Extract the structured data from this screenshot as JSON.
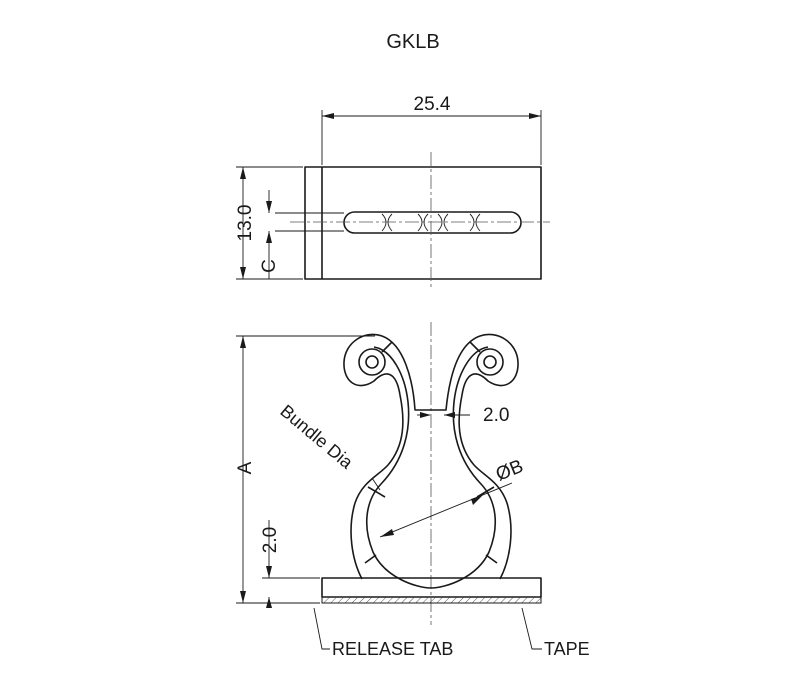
{
  "title": "GKLB",
  "dimensions": {
    "width": "25.4",
    "height": "13.0",
    "c": "C",
    "a": "A",
    "base": "2.0",
    "neck": "2.0",
    "diameter": "ØB"
  },
  "labels": {
    "bundle_dia": "Bundle Dia",
    "release_tab": "RELEASE TAB",
    "tape": "TAPE"
  }
}
